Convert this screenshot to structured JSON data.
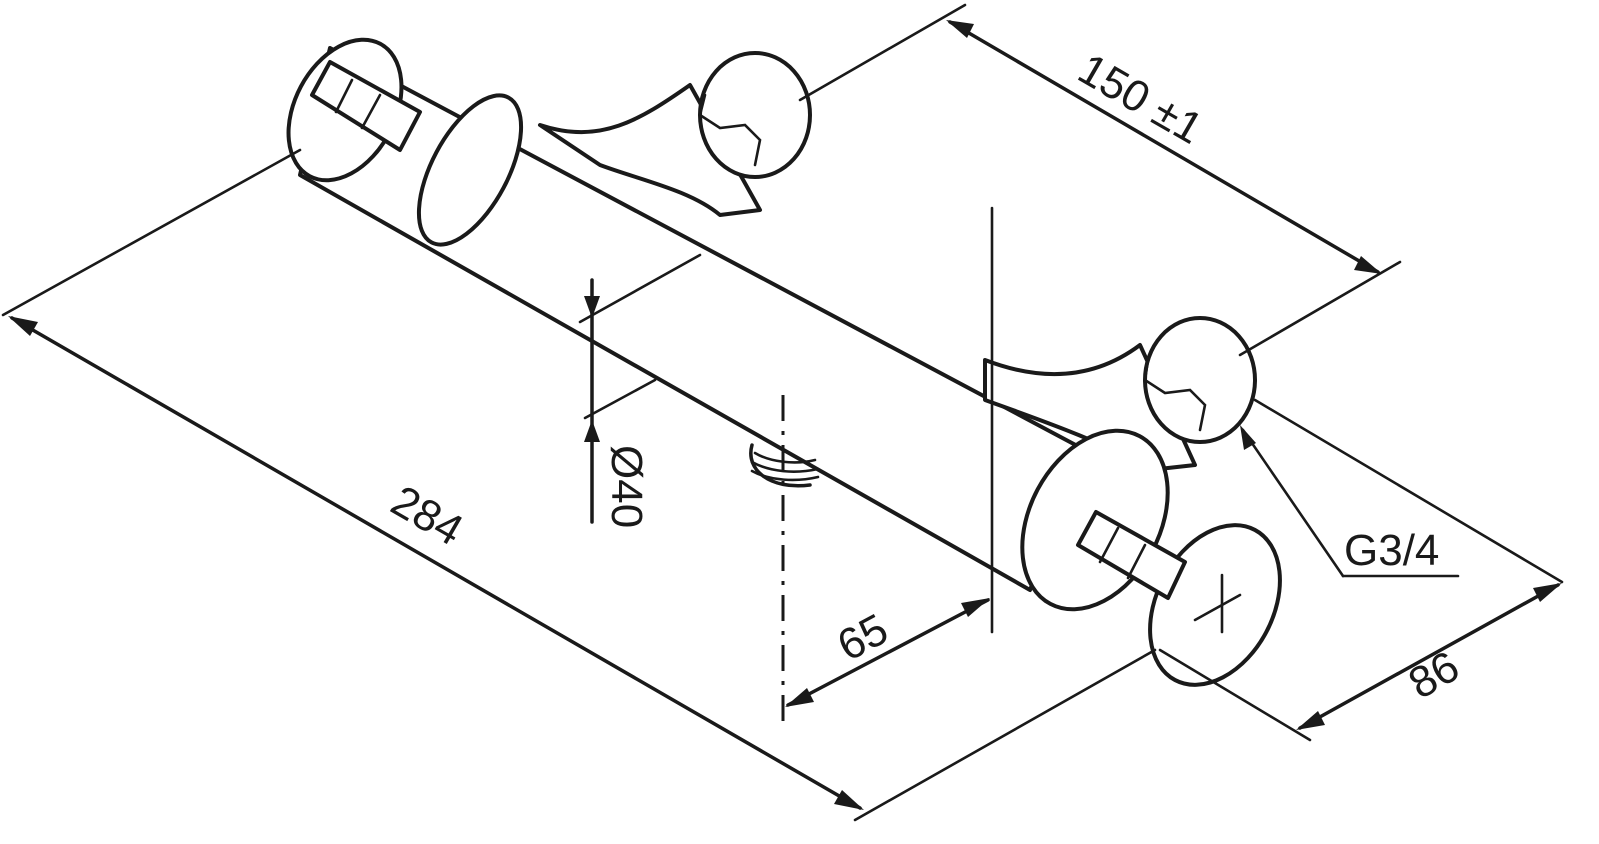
{
  "dimensions": {
    "length": "284",
    "center_distance": "150 ±1",
    "diameter": "Ø40",
    "outlet_offset": "65",
    "depth": "86",
    "thread": "G3/4"
  }
}
